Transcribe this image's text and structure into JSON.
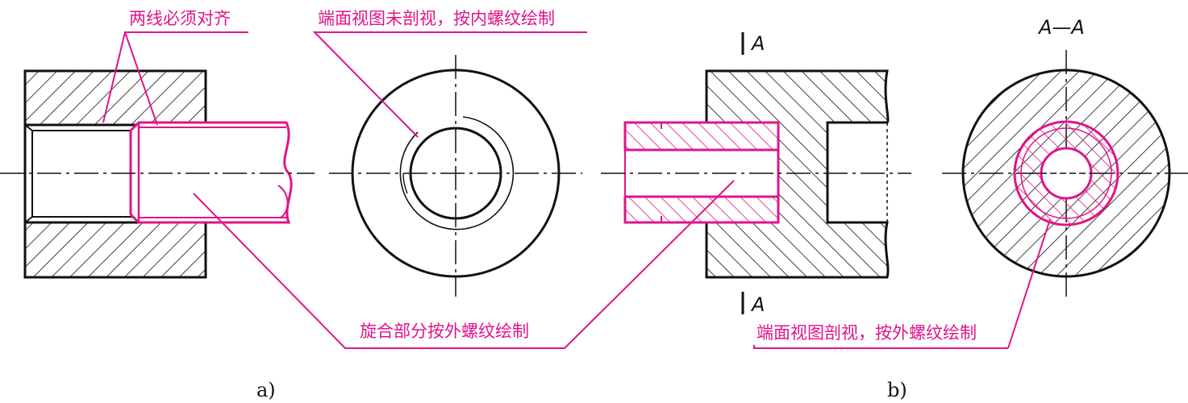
{
  "annotations": {
    "lines_aligned": "两线必须对齐",
    "end_view_not_sectioned": "端面视图未剖视，按内螺纹绘制",
    "engaged_part_external": "旋合部分按外螺纹绘制",
    "end_view_sectioned": "端面视图剖视，按外螺纹绘制"
  },
  "section_marks": {
    "top": "A",
    "bottom": "A",
    "view_title": "A—A"
  },
  "captions": {
    "a": "a)",
    "b": "b)"
  },
  "colors": {
    "outline": "#111111",
    "highlight": "#e0148a",
    "background": "#ffffff"
  }
}
